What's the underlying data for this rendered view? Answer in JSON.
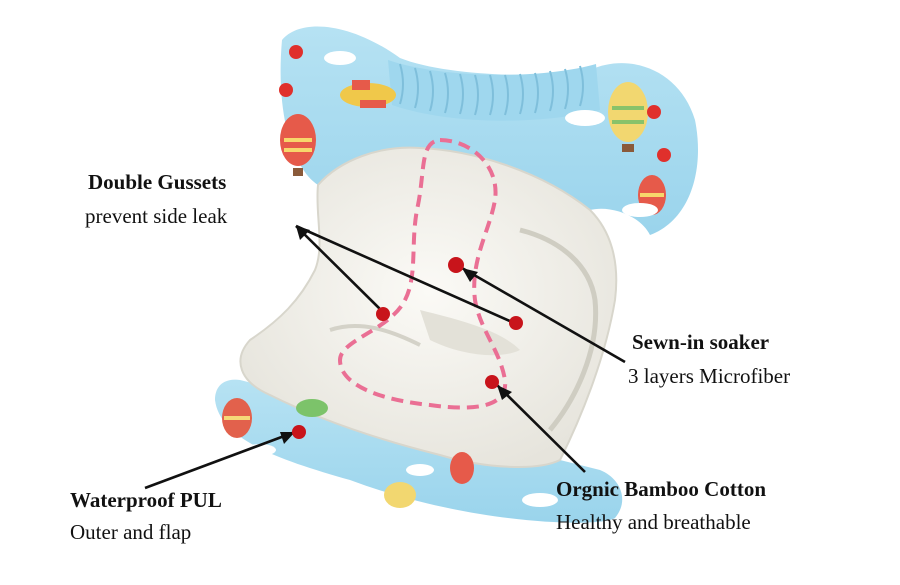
{
  "callouts": {
    "gussets": {
      "title": "Double Gussets",
      "subtitle": "prevent side leak"
    },
    "soaker": {
      "title": "Sewn-in soaker",
      "subtitle": "3 layers Microfiber"
    },
    "bamboo": {
      "title": "Orgnic Bamboo Cotton",
      "subtitle": "Healthy and breathable"
    },
    "pul": {
      "title": "Waterproof PUL",
      "subtitle": "Outer and flap"
    }
  },
  "colors": {
    "print_blue": "#a9dcef",
    "print_blue_dark": "#86c8e4",
    "inner_white": "#f4f3ef",
    "inner_shadow": "#dcdcd4",
    "stitch_pink": "#ea6f94",
    "dot_red": "#c8141b",
    "snap_red": "#e0302c",
    "line_black": "#111111"
  },
  "icons": [
    "hot-air-balloon-icon",
    "airplane-icon",
    "cloud-icon",
    "snap-button-icon"
  ]
}
